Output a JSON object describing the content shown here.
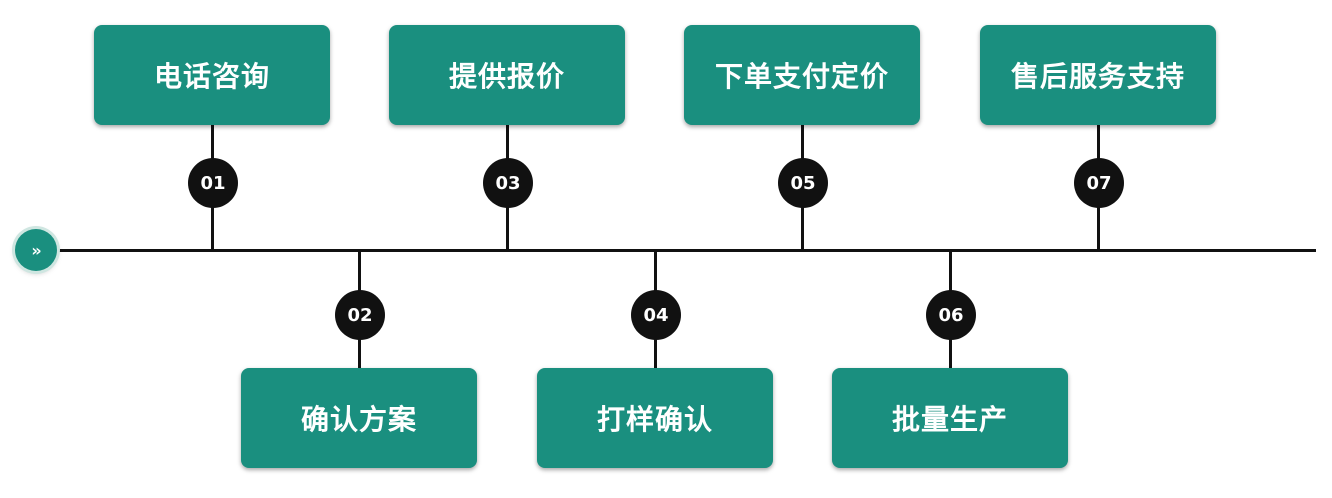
{
  "start_marker": "»",
  "steps": [
    {
      "number": "01",
      "label": "电话咨询"
    },
    {
      "number": "02",
      "label": "确认方案"
    },
    {
      "number": "03",
      "label": "提供报价"
    },
    {
      "number": "04",
      "label": "打样确认"
    },
    {
      "number": "05",
      "label": "下单支付定价"
    },
    {
      "number": "06",
      "label": "批量生产"
    },
    {
      "number": "07",
      "label": "售后服务支持"
    }
  ],
  "colors": {
    "card": "#1a8f7f",
    "badge": "#111111",
    "axis": "#111111"
  }
}
